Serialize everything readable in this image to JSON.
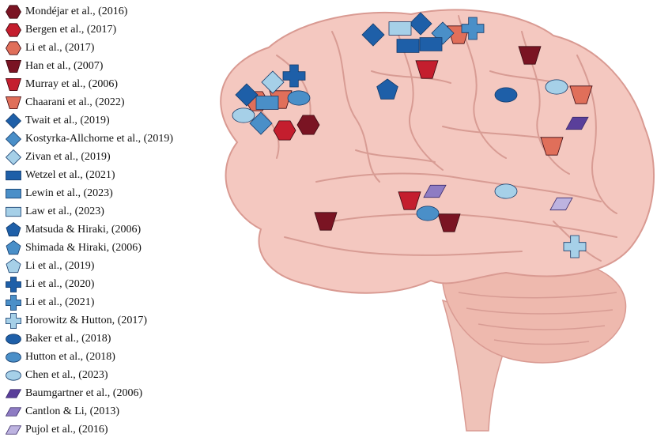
{
  "legend": [
    {
      "label": "Mondéjar et al., (2016)",
      "shape": "hexagon",
      "color": "#7a1423"
    },
    {
      "label": "Bergen et al., (2017)",
      "shape": "hexagon",
      "color": "#c41e2e"
    },
    {
      "label": "Li et al., (2017)",
      "shape": "hexagon",
      "color": "#e06f5a"
    },
    {
      "label": "Han et al., (2007)",
      "shape": "trapezoid",
      "color": "#7a1423"
    },
    {
      "label": "Murray et al., (2006)",
      "shape": "trapezoid",
      "color": "#c41e2e"
    },
    {
      "label": "Chaarani et al., (2022)",
      "shape": "trapezoid",
      "color": "#e06f5a"
    },
    {
      "label": "Twait et al., (2019)",
      "shape": "diamond",
      "color": "#1e5fa8"
    },
    {
      "label": "Kostyrka-Allchorne et al., (2019)",
      "shape": "diamond",
      "color": "#4a8fc8"
    },
    {
      "label": "Zivan et al., (2019)",
      "shape": "diamond",
      "color": "#a6d0e8"
    },
    {
      "label": "Wetzel et al., (2021)",
      "shape": "rect",
      "color": "#1e5fa8"
    },
    {
      "label": "Lewin et al., (2023)",
      "shape": "rect",
      "color": "#4a8fc8"
    },
    {
      "label": "Law et al., (2023)",
      "shape": "rect",
      "color": "#a6d0e8"
    },
    {
      "label": "Matsuda & Hiraki, (2006)",
      "shape": "pentagon",
      "color": "#1e5fa8"
    },
    {
      "label": "Shimada & Hiraki, (2006)",
      "shape": "pentagon",
      "color": "#4a8fc8"
    },
    {
      "label": "Li et al., (2019)",
      "shape": "pentagon",
      "color": "#a6d0e8"
    },
    {
      "label": "Li et al., (2020)",
      "shape": "cross",
      "color": "#1e5fa8"
    },
    {
      "label": "Li et al., (2021)",
      "shape": "cross",
      "color": "#4a8fc8"
    },
    {
      "label": "Horowitz & Hutton, (2017)",
      "shape": "cross",
      "color": "#a6d0e8"
    },
    {
      "label": "Baker et al., (2018)",
      "shape": "ellipse",
      "color": "#1e5fa8"
    },
    {
      "label": "Hutton et al., (2018)",
      "shape": "ellipse",
      "color": "#4a8fc8"
    },
    {
      "label": "Chen et al., (2023)",
      "shape": "ellipse",
      "color": "#a6d0e8"
    },
    {
      "label": "Baumgartner et al., (2006)",
      "shape": "parallelogram",
      "color": "#5a3f9a"
    },
    {
      "label": "Cantlon & Li, (2013)",
      "shape": "parallelogram",
      "color": "#8e7cc3"
    },
    {
      "label": "Pujol et al., (2016)",
      "shape": "parallelogram",
      "color": "#bdb3e0"
    }
  ],
  "colors": {
    "brain_fill": "#f4c8c0",
    "brain_stroke": "#d99a92",
    "sulcus": "#d89c94",
    "cerebellum": "#eeb9ae",
    "stem": "#efc2b8"
  }
}
